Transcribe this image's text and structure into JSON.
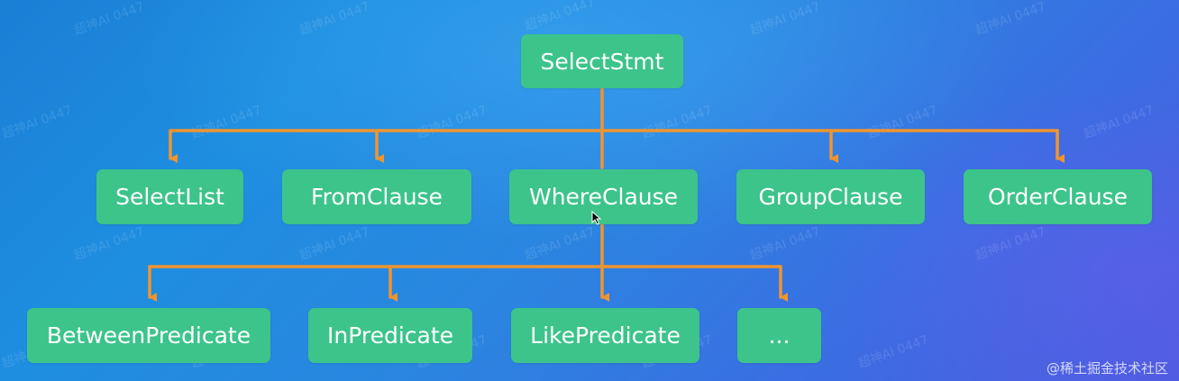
{
  "diagram": {
    "root": "SelectStmt",
    "level1": [
      "SelectList",
      "FromClause",
      "WhereClause",
      "GroupClause",
      "OrderClause"
    ],
    "level2": [
      "BetweenPredicate",
      "InPredicate",
      "LikePredicate",
      "..."
    ]
  },
  "watermark_text": "超神AI 0447",
  "credit": "@稀土掘金技术社区",
  "colors": {
    "node_fill": "#3cc48a",
    "connector": "#f0952e",
    "background_from": "#1a7fd6",
    "background_to": "#4a5ce0"
  }
}
